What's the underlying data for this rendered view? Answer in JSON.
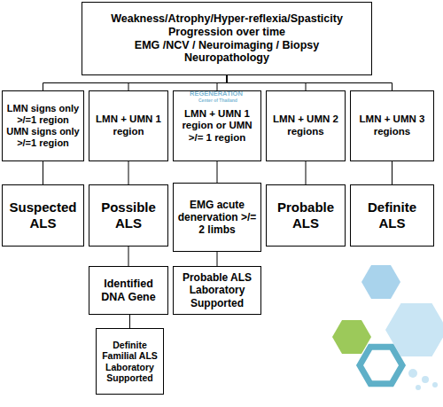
{
  "diagram": {
    "nodes": [
      {
        "text": [
          "Weakness/Atrophy/Hyper-reflexia/Spasticity",
          "Progression over time",
          "EMG /NCV / Neuroimaging / Biopsy",
          "Neuropathology"
        ]
      },
      {
        "text": [
          "LMN signs only >/=1 region",
          "UMN signs only >/=1 region"
        ]
      },
      {
        "text": [
          "LMN + UMN 1 region"
        ]
      },
      {
        "text": [
          "LMN + UMN 1 region or UMN >/= 1 region"
        ]
      },
      {
        "text": [
          "LMN + UMN 2 regions"
        ]
      },
      {
        "text": [
          "LMN + UMN 3 regions"
        ]
      },
      {
        "text": [
          "Suspected ALS"
        ]
      },
      {
        "text": [
          "Possible ALS"
        ]
      },
      {
        "text": [
          "EMG acute denervation >/= 2 limbs"
        ]
      },
      {
        "text": [
          "Probable ALS"
        ]
      },
      {
        "text": [
          "Definite ALS"
        ]
      },
      {
        "text": [
          "Identified DNA Gene"
        ]
      },
      {
        "text": [
          "Probable ALS Laboratory Supported"
        ]
      },
      {
        "text": [
          "Definite Familial ALS Laboratory Supported"
        ]
      }
    ],
    "edges": [
      {
        "from": 0,
        "to": 1,
        "arrow": "none"
      },
      {
        "from": 0,
        "to": 2,
        "arrow": "none"
      },
      {
        "from": 0,
        "to": 3,
        "arrow": "none"
      },
      {
        "from": 0,
        "to": 4,
        "arrow": "none"
      },
      {
        "from": 0,
        "to": 5,
        "arrow": "none"
      },
      {
        "from": 1,
        "to": 6,
        "arrow": "none"
      },
      {
        "from": 2,
        "to": 7,
        "arrow": "none"
      },
      {
        "from": 3,
        "to": 8,
        "arrow": "none"
      },
      {
        "from": 4,
        "to": 9,
        "arrow": "none"
      },
      {
        "from": 5,
        "to": 10,
        "arrow": "none"
      },
      {
        "from": 7,
        "to": 11,
        "arrow": "none"
      },
      {
        "from": 8,
        "to": 12,
        "arrow": "none"
      },
      {
        "from": 11,
        "to": 13,
        "arrow": "none"
      }
    ],
    "labels": [
      "REGENERATION",
      "Center of Thailand"
    ]
  }
}
